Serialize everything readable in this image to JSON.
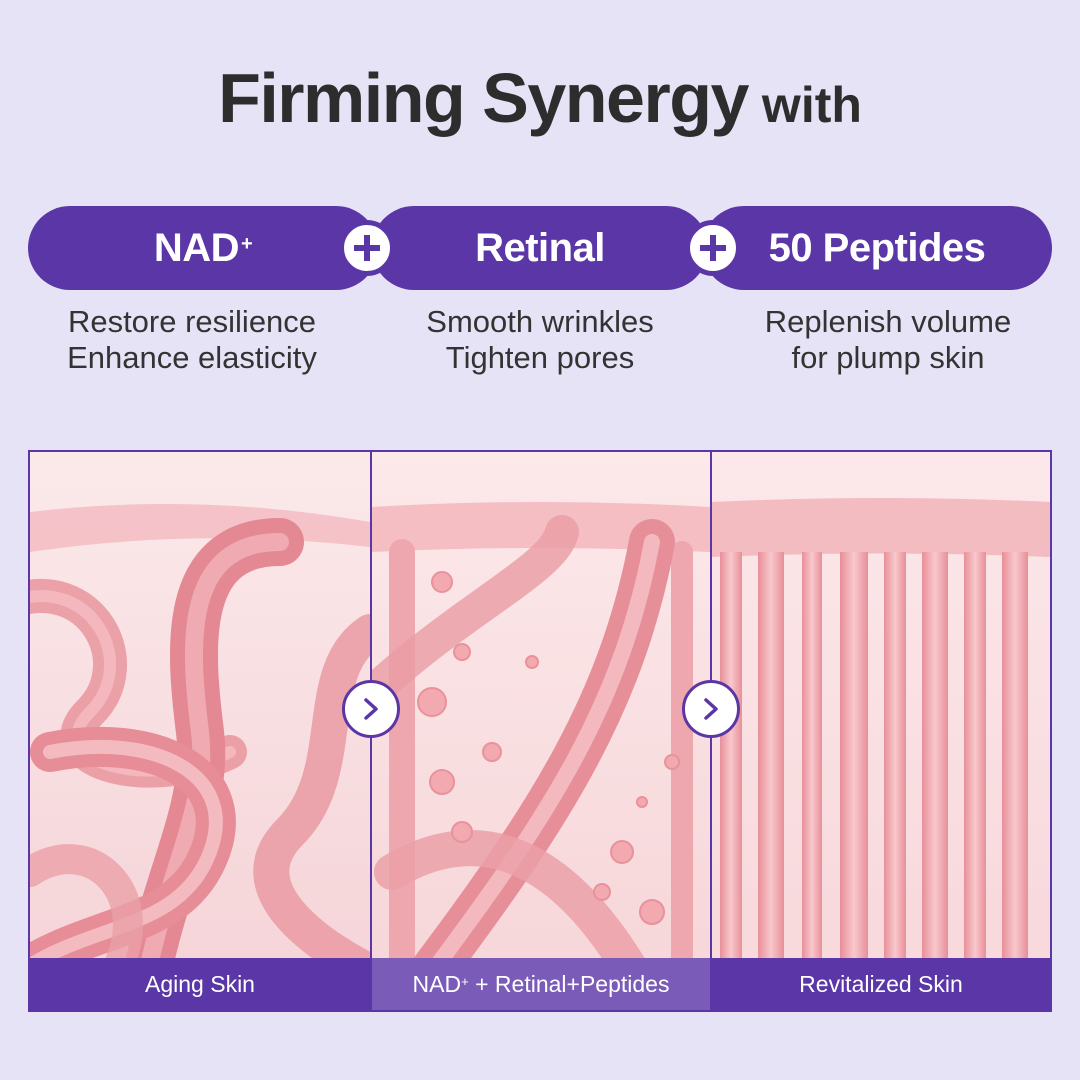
{
  "headline": {
    "main": "Firming Synergy",
    "suffix": "with"
  },
  "ingredients": [
    {
      "name": "NAD",
      "sup": "+",
      "lines": [
        "Restore resilience",
        "Enhance elasticity"
      ]
    },
    {
      "name": "Retinal",
      "sup": "",
      "lines": [
        "Smooth wrinkles",
        "Tighten pores"
      ]
    },
    {
      "name": "50 Peptides",
      "sup": "",
      "lines": [
        "Replenish volume",
        "for plump skin"
      ]
    }
  ],
  "stages": [
    {
      "caption": "Aging Skin"
    },
    {
      "caption_pre": "NAD",
      "caption_sup": "+",
      "caption_post": " + Retinal+Peptides"
    },
    {
      "caption": "Revitalized Skin"
    }
  ],
  "icons": {
    "plus": "plus-icon",
    "arrow": "chevron-right-icon"
  },
  "colors": {
    "background": "#e7e3f7",
    "accent": "#5b36a6",
    "caption_highlight": "#7a5bb8",
    "fiber": "#f0a5ad"
  }
}
